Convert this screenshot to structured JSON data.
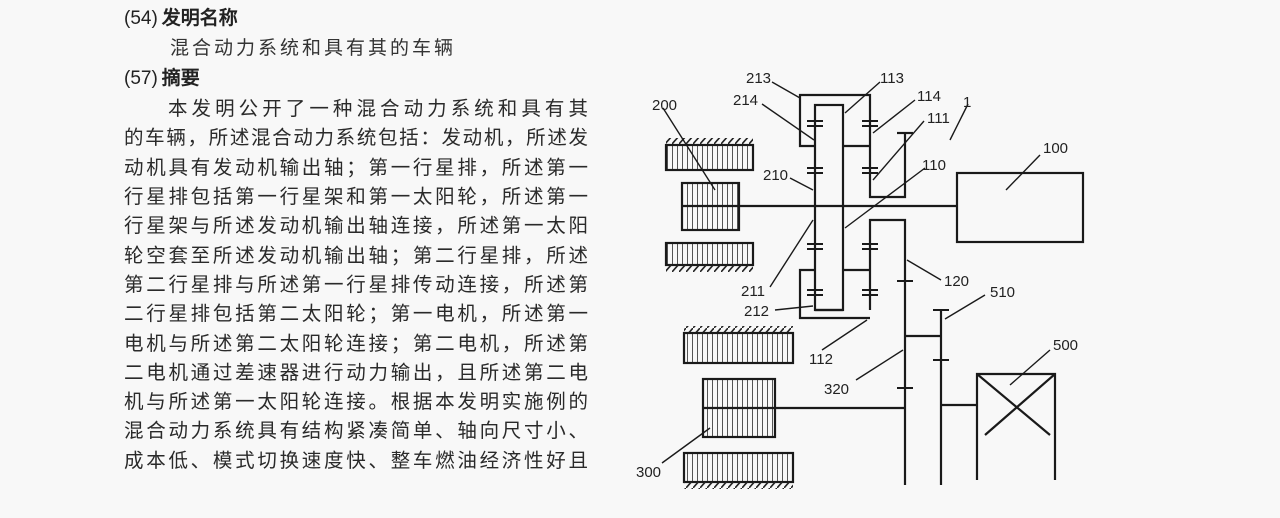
{
  "sections": {
    "title_heading": {
      "number": "(54)",
      "label": "发明名称"
    },
    "title": "混合动力系统和具有其的车辆",
    "abstract_heading": {
      "number": "(57)",
      "label": "摘要"
    },
    "abstract_lines": [
      "本发明公开了一种混合动力系统和具有其",
      "的车辆，所述混合动力系统包括：发动机，所述发",
      "动机具有发动机输出轴；第一行星排，所述第一",
      "行星排包括第一行星架和第一太阳轮，所述第一",
      "行星架与所述发动机输出轴连接，所述第一太阳",
      "轮空套至所述发动机输出轴；第二行星排，所述",
      "第二行星排与所述第一行星排传动连接，所述第",
      "二行星排包括第二太阳轮；第一电机，所述第一",
      "电机与所述第二太阳轮连接；第二电机，所述第",
      "二电机通过差速器进行动力输出，且所述第二电",
      "机与所述第一太阳轮连接。根据本发明实施例的",
      "混合动力系统具有结构紧凑简单、轴向尺寸小、",
      "成本低、模式切换速度快、整车燃油经济性好且"
    ]
  },
  "figure": {
    "labels": {
      "l213": "213",
      "l113": "113",
      "l214": "214",
      "l114": "114",
      "l111": "111",
      "l1": "1",
      "l200": "200",
      "l100": "100",
      "l210": "210",
      "l110": "110",
      "l211": "211",
      "l212": "212",
      "l120": "120",
      "l510": "510",
      "l112": "112",
      "l320": "320",
      "l500": "500",
      "l300": "300"
    }
  }
}
